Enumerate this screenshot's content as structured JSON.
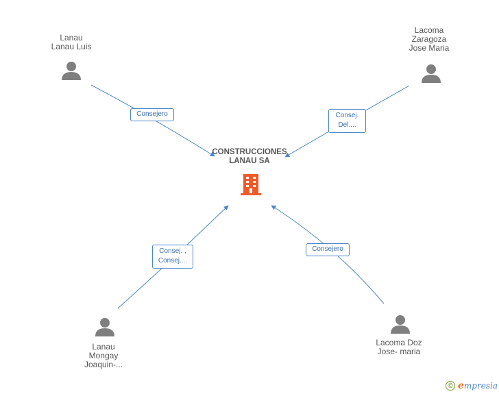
{
  "center": {
    "name": "CONSTRUCCIONES\nLANAU SA",
    "icon": "building-icon",
    "color": "#f05a28"
  },
  "nodes": [
    {
      "id": "lanau-luis",
      "label": "Lanau\nLanau Luis",
      "icon": "person-icon",
      "role": "Consejero"
    },
    {
      "id": "lacoma-zaragoza",
      "label": "Lacoma\nZaragoza\nJose Maria",
      "icon": "person-icon",
      "role": "Consej.\nDel...."
    },
    {
      "id": "lanau-mongay",
      "label": "Lanau\nMongay\nJoaquin-...",
      "icon": "person-icon",
      "role": "Consej. ,\nConsej...."
    },
    {
      "id": "lacoma-doz",
      "label": "Lacoma Doz\nJose- maria",
      "icon": "person-icon",
      "role": "Consejero"
    }
  ],
  "footer": {
    "copyright_symbol": "©",
    "brand_initial": "e",
    "brand_rest": "mpresia"
  },
  "colors": {
    "edge": "#4a86c8",
    "icon": "#7f7f7f",
    "text": "#555555"
  }
}
